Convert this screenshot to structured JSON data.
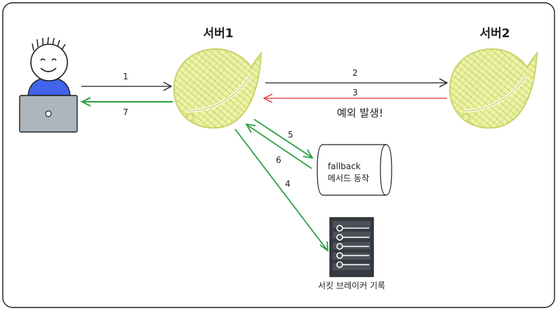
{
  "colors": {
    "ink": "#1e1e1e",
    "spring_fill": "#e9ef9a",
    "spring_line": "#c8d46a",
    "arrow_default": "#1e1e1e",
    "arrow_green": "#2f9e44",
    "arrow_red": "#e03131",
    "user_shirt": "#4263eb",
    "laptop": "#adb5bd"
  },
  "servers": {
    "server1_label": "서버1",
    "server2_label": "서버2"
  },
  "arrows": {
    "a1": "1",
    "a2": "2",
    "a3": "3",
    "a4": "4",
    "a5": "5",
    "a6": "6",
    "a7": "7"
  },
  "exception_note": "예외 발생!",
  "fallback": {
    "line1": "fallback",
    "line2": "메서드 동작"
  },
  "circuit_breaker_label": "서킷 브레이커 기록",
  "icons": {
    "user": "person-with-laptop-icon",
    "server": "spring-leaf-icon",
    "fallback": "cylinder-icon",
    "record": "server-rack-icon"
  }
}
